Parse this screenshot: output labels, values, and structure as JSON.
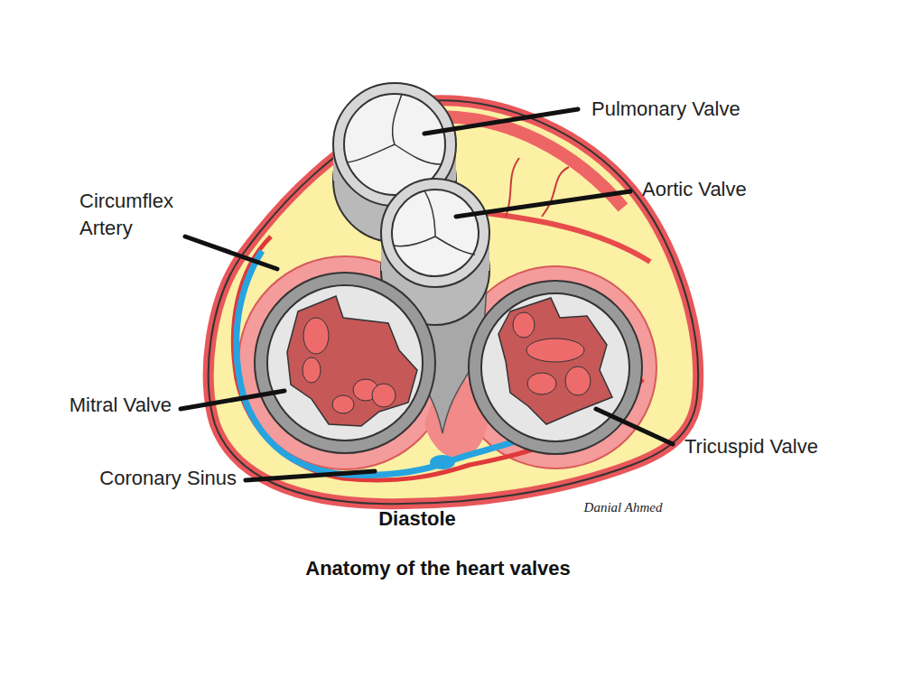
{
  "diagram": {
    "title": "Anatomy of the heart valves",
    "labels": [
      "Pulmonary Valve",
      "Aortic Valve",
      "Circumflex Artery",
      "Mitral Valve",
      "Tricuspid Valve",
      "Coronary Sinus",
      "Diastole",
      "Danial Ahmed"
    ]
  }
}
